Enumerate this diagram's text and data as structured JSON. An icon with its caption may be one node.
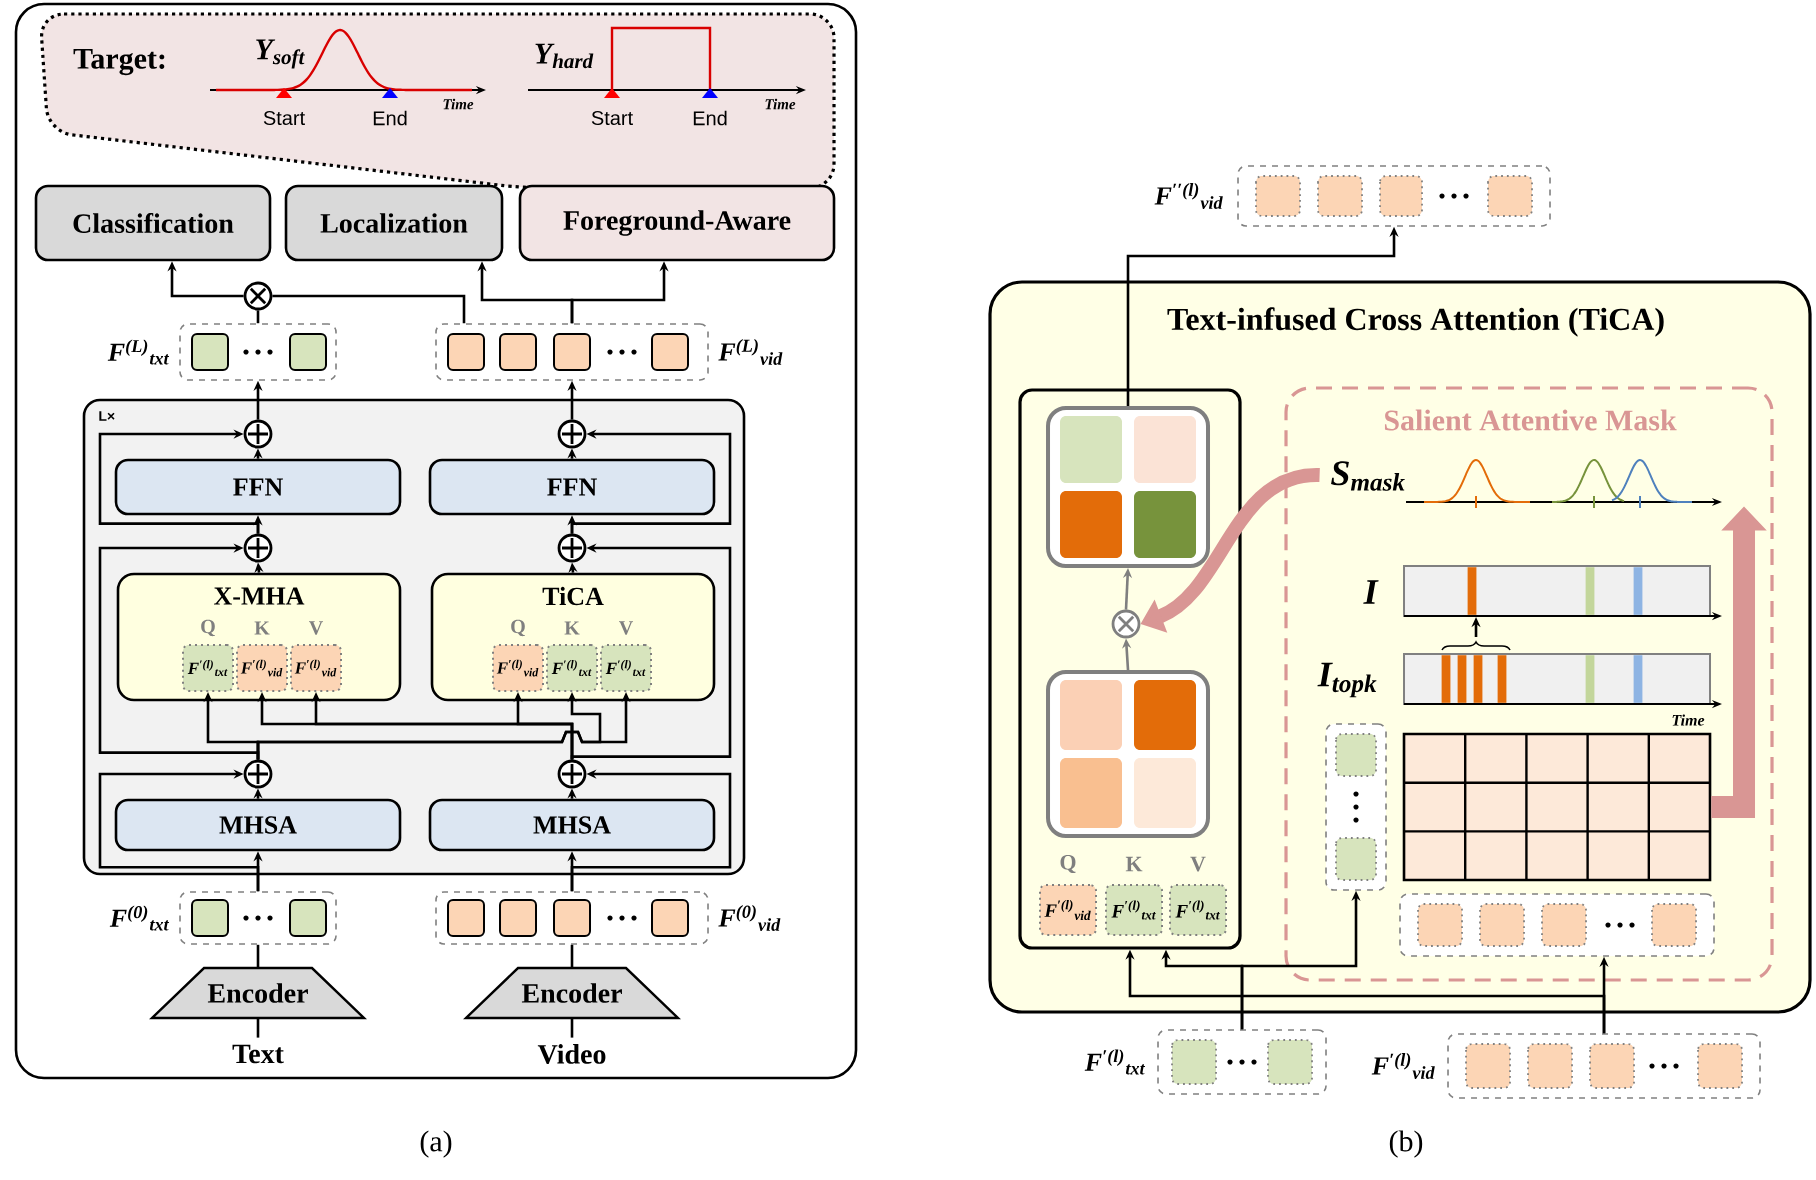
{
  "diagram": {
    "nodes": [
      {
        "text": [
          "Target:",
          "Y$_{soft}$",
          "Start",
          "End",
          "Time",
          "Y$_{hard}$",
          "Start",
          "End",
          "Time"
        ]
      },
      {
        "text": [
          "Classification"
        ]
      },
      {
        "text": [
          "Localization"
        ]
      },
      {
        "text": [
          "Foreground-Aware"
        ]
      },
      {
        "text": [],
        "shape": "circle"
      },
      {
        "text": [],
        "shape": "box",
        "beside": [
          "F$^{(L)}$$_{txt}$"
        ]
      },
      {
        "text": [],
        "shape": "box",
        "beside": [
          "F$^{(L)}$$_{vid}$"
        ]
      },
      {
        "text": [
          "L×"
        ]
      },
      {
        "text": [],
        "shape": "circle",
        "in": 7
      },
      {
        "text": [
          "FFN"
        ],
        "in": 7
      },
      {
        "text": [],
        "shape": "circle",
        "in": 7
      },
      {
        "text": [
          "X-MHA",
          "Q",
          "K",
          "V"
        ],
        "in": 7
      },
      {
        "text": [
          "F$^{′(l)}$$_{txt}$"
        ],
        "in": 11
      },
      {
        "text": [
          "F$^{′(l)}$$_{vid}$"
        ],
        "in": 11
      },
      {
        "text": [
          "F$^{′(l)}$$_{vid}$"
        ],
        "in": 11
      },
      {
        "text": [],
        "shape": "circle",
        "in": 7
      },
      {
        "text": [
          "FFN"
        ],
        "in": 7
      },
      {
        "text": [],
        "shape": "circle",
        "in": 7
      },
      {
        "text": [
          "TiCA",
          "Q",
          "K",
          "V"
        ],
        "in": 7
      },
      {
        "text": [
          "F$^{′(l)}$$_{vid}$"
        ],
        "in": 18
      },
      {
        "text": [
          "F$^{′(l)}$$_{txt}$"
        ],
        "in": 18
      },
      {
        "text": [
          "F$^{′(l)}$$_{txt}$"
        ],
        "in": 18
      },
      {
        "text": [],
        "shape": "circle",
        "in": 7
      },
      {
        "text": [
          "MHSA"
        ],
        "in": 7
      },
      {
        "text": [],
        "shape": "circle",
        "in": 7
      },
      {
        "text": [
          "MHSA"
        ],
        "in": 7
      },
      {
        "text": [],
        "shape": "box",
        "beside": [
          "F$^{(0)}$$_{txt}$"
        ]
      },
      {
        "text": [],
        "shape": "box",
        "beside": [
          "F$^{(0)}$$_{vid}$"
        ]
      },
      {
        "text": [
          "Encoder"
        ]
      },
      {
        "text": [
          "Encoder"
        ]
      },
      {
        "text": [
          "Text"
        ]
      },
      {
        "text": [
          "Video"
        ]
      },
      {
        "text": [],
        "shape": "box",
        "beside": [
          "F$^{′′(l)}$$_{vid}$"
        ]
      },
      {
        "text": [
          "Text-infused Cross Attention (TiCA)"
        ]
      },
      {
        "text": [
          "Q",
          "K",
          "V"
        ],
        "in": 33
      },
      {
        "text": [],
        "shape": "box",
        "in": 34
      },
      {
        "text": [],
        "shape": "circle",
        "in": 34
      },
      {
        "text": [],
        "shape": "box",
        "in": 34
      },
      {
        "text": [
          "F$^{′(l)}$$_{vid}$"
        ],
        "in": 34
      },
      {
        "text": [
          "F$^{′(l)}$$_{txt}$"
        ],
        "in": 34
      },
      {
        "text": [
          "F$^{′(l)}$$_{txt}$"
        ],
        "in": 34
      },
      {
        "text": [
          "Salient Attentive Mask"
        ],
        "in": 33
      },
      {
        "text": [
          "S$_{mask}$"
        ],
        "in": 41
      },
      {
        "text": [
          "I"
        ],
        "in": 41
      },
      {
        "text": [
          "I$_{topk}$",
          "Time"
        ],
        "in": 41
      },
      {
        "text": [],
        "shape": "box",
        "in": 41
      },
      {
        "text": [],
        "shape": "box",
        "in": 41
      },
      {
        "text": [],
        "shape": "box",
        "in": 41
      },
      {
        "text": [],
        "shape": "box",
        "beside": [
          "F$^{′(l)}$$_{txt}$"
        ]
      },
      {
        "text": [],
        "shape": "box",
        "beside": [
          "F$^{′(l)}$$_{vid}$"
        ]
      }
    ],
    "edges": [
      {
        "from": 5,
        "to": 4,
        "arrow": "none"
      },
      {
        "from": 6,
        "to": 4,
        "arrow": "none"
      },
      {
        "from": 4,
        "to": 1,
        "arrow": "to"
      },
      {
        "from": 6,
        "to": 2,
        "arrow": "to"
      },
      {
        "from": 6,
        "to": 3,
        "arrow": "to"
      },
      {
        "from": 8,
        "to": 5,
        "arrow": "to"
      },
      {
        "from": 15,
        "to": 6,
        "arrow": "to"
      },
      {
        "from": 9,
        "to": 8,
        "arrow": "to"
      },
      {
        "from": 16,
        "to": 15,
        "arrow": "to"
      },
      {
        "from": 10,
        "to": 9,
        "arrow": "to"
      },
      {
        "from": 17,
        "to": 16,
        "arrow": "to"
      },
      {
        "from": 10,
        "to": 8,
        "arrow": "to"
      },
      {
        "from": 17,
        "to": 15,
        "arrow": "to"
      },
      {
        "from": 11,
        "to": 10,
        "arrow": "to"
      },
      {
        "from": 18,
        "to": 17,
        "arrow": "to"
      },
      {
        "from": 22,
        "to": 12,
        "arrow": "to"
      },
      {
        "from": 22,
        "to": 20,
        "arrow": "to"
      },
      {
        "from": 22,
        "to": 21,
        "arrow": "to"
      },
      {
        "from": 24,
        "to": 13,
        "arrow": "to"
      },
      {
        "from": 24,
        "to": 14,
        "arrow": "to"
      },
      {
        "from": 24,
        "to": 19,
        "arrow": "to"
      },
      {
        "from": 22,
        "to": 10,
        "arrow": "to"
      },
      {
        "from": 24,
        "to": 17,
        "arrow": "to"
      },
      {
        "from": 23,
        "to": 22,
        "arrow": "to"
      },
      {
        "from": 25,
        "to": 24,
        "arrow": "to"
      },
      {
        "from": 26,
        "to": 23,
        "arrow": "to"
      },
      {
        "from": 26,
        "to": 22,
        "arrow": "to"
      },
      {
        "from": 27,
        "to": 25,
        "arrow": "to"
      },
      {
        "from": 27,
        "to": 24,
        "arrow": "to"
      },
      {
        "from": 28,
        "to": 26,
        "arrow": "none"
      },
      {
        "from": 29,
        "to": 27,
        "arrow": "none"
      },
      {
        "from": 30,
        "to": 28,
        "arrow": "none"
      },
      {
        "from": 31,
        "to": 29,
        "arrow": "none"
      },
      {
        "from": 35,
        "to": 32,
        "arrow": "to"
      },
      {
        "from": 36,
        "to": 35,
        "arrow": "to",
        "color": "#7f7f7f"
      },
      {
        "from": 37,
        "to": 36,
        "arrow": "to",
        "color": "#7f7f7f"
      },
      {
        "from": 42,
        "to": 36,
        "arrow": "to",
        "style": "thick",
        "color": "#d99694"
      },
      {
        "from": 46,
        "to": 42,
        "arrow": "to",
        "style": "thick",
        "color": "#d99694"
      },
      {
        "from": 44,
        "to": 43,
        "arrow": "to"
      },
      {
        "from": 48,
        "to": 34,
        "arrow": "to"
      },
      {
        "from": 48,
        "to": 45,
        "arrow": "to"
      },
      {
        "from": 49,
        "to": 34,
        "arrow": "to"
      },
      {
        "from": 49,
        "to": 47,
        "arrow": "to"
      }
    ],
    "labels": [
      "(a)",
      "(b)"
    ]
  }
}
